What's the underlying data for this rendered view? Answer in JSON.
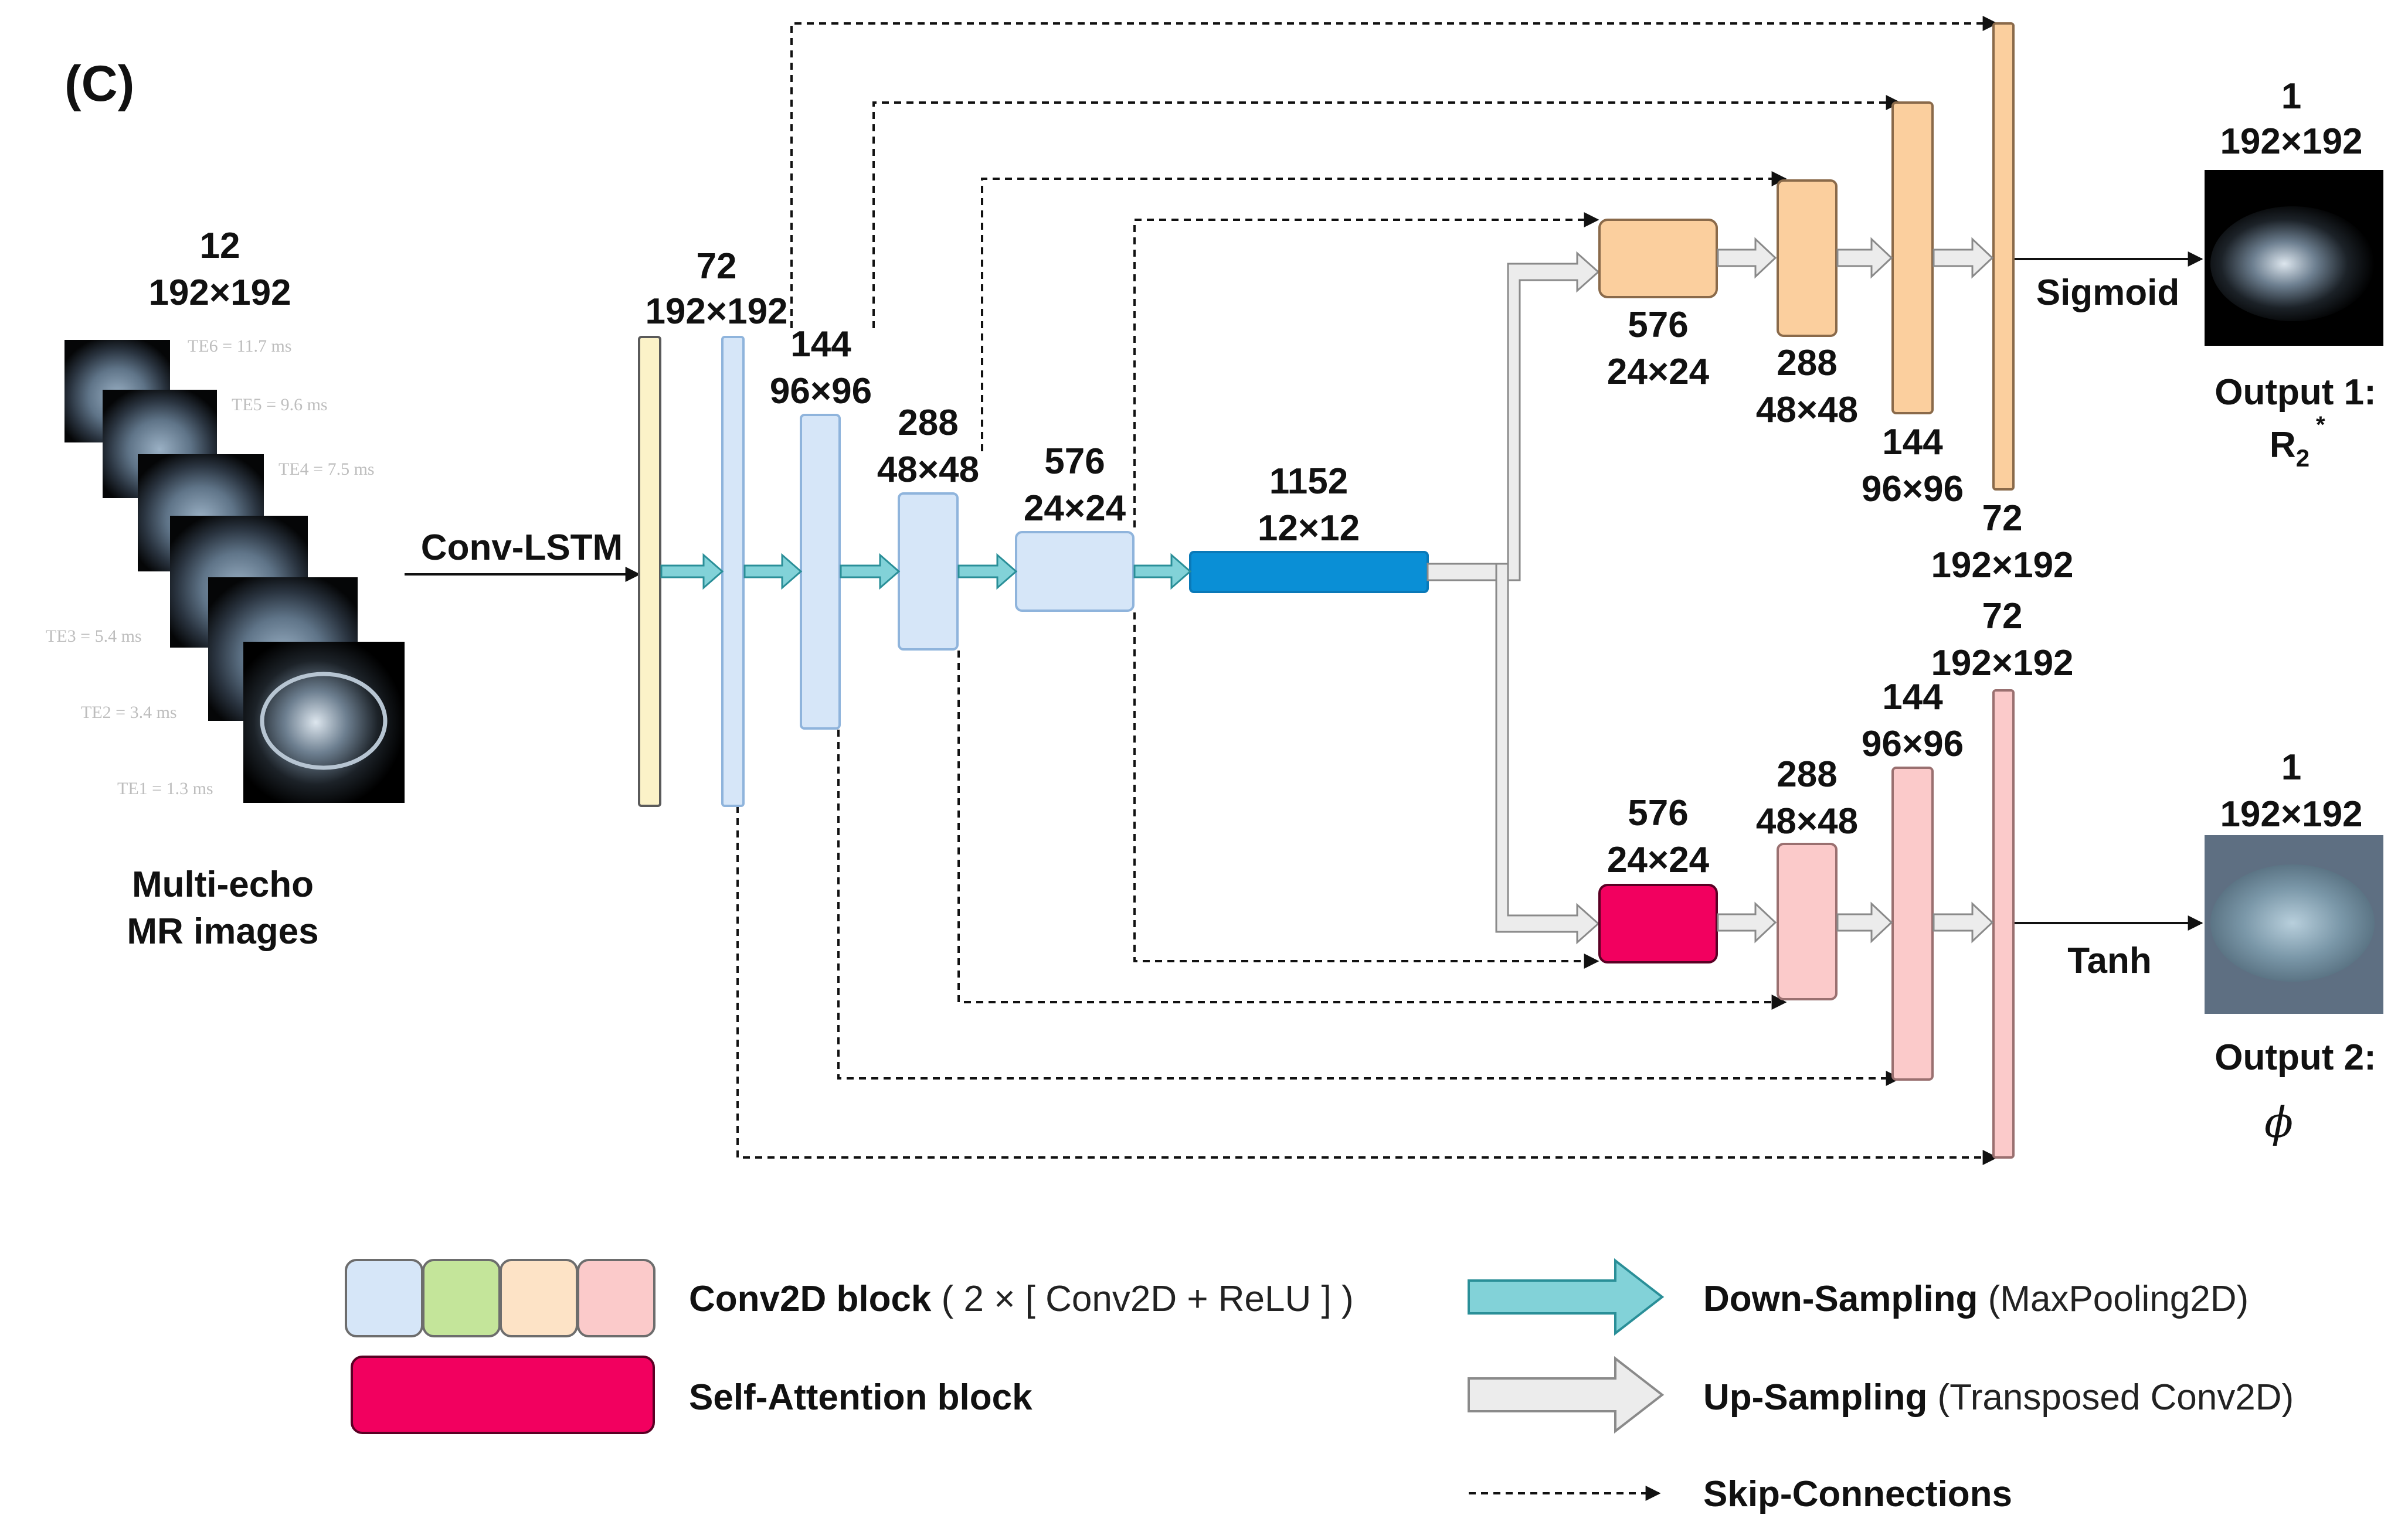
{
  "panel_label": "(C)",
  "input": {
    "channels": "12",
    "size": "192×192",
    "caption_line1": "Multi-echo",
    "caption_line2": "MR images",
    "echo_times": [
      "TE6 = 11.7 ms",
      "TE5 = 9.6 ms",
      "TE4 = 7.5 ms",
      "TE3 = 5.4 ms",
      "TE2 = 3.4 ms",
      "TE1 = 1.3 ms"
    ]
  },
  "conv_lstm_label": "Conv-LSTM",
  "encoder": [
    {
      "channels": "72",
      "size": "192×192"
    },
    {
      "channels": "144",
      "size": "96×96"
    },
    {
      "channels": "288",
      "size": "48×48"
    },
    {
      "channels": "576",
      "size": "24×24"
    }
  ],
  "bottleneck": {
    "channels": "1152",
    "size": "12×12"
  },
  "decoder_top": [
    {
      "channels": "576",
      "size": "24×24"
    },
    {
      "channels": "288",
      "size": "48×48"
    },
    {
      "channels": "144",
      "size": "96×96"
    },
    {
      "channels": "72",
      "size": "192×192"
    }
  ],
  "decoder_bottom": [
    {
      "channels": "576",
      "size": "24×24"
    },
    {
      "channels": "288",
      "size": "48×48"
    },
    {
      "channels": "144",
      "size": "96×96"
    },
    {
      "channels": "72",
      "size": "192×192"
    }
  ],
  "outputs": {
    "top_activation": "Sigmoid",
    "bottom_activation": "Tanh",
    "out1_channels": "1",
    "out1_size": "192×192",
    "out1_title": "Output 1:",
    "out1_symbol": "R",
    "out1_sub": "2",
    "out1_sup": "*",
    "out2_channels": "1",
    "out2_size": "192×192",
    "out2_title": "Output 2:",
    "out2_symbol": "ϕ"
  },
  "legend": {
    "conv_block_bold": "Conv2D block",
    "conv_block_desc": " ( 2 × [ Conv2D + ReLU ] )",
    "attention_bold": "Self-Attention block",
    "down_bold": "Down-Sampling",
    "down_desc": " (MaxPooling2D)",
    "up_bold": "Up-Sampling",
    "up_desc": " (Transposed Conv2D)",
    "skip_bold": "Skip-Connections"
  },
  "colors": {
    "encoder_fill": "#d6e6f8",
    "encoder_stroke": "#8fb4dc",
    "lstm_fill": "#fbf2c8",
    "bottleneck": "#0a8fd6",
    "top_decoder": "#fbcf9e",
    "bottom_decoder": "#fbcaca",
    "attention": "#f2005f",
    "legend_green": "#c4e59a",
    "down_arrow": "#82d2d8",
    "up_arrow": "#ececec"
  }
}
